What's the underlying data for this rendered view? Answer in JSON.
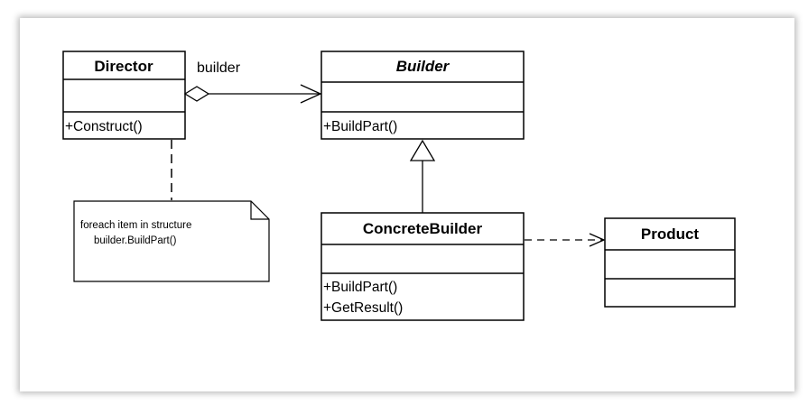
{
  "classes": {
    "director": {
      "name": "Director",
      "operations": [
        "+Construct()"
      ]
    },
    "builder": {
      "name": "Builder",
      "operations": [
        "+BuildPart()"
      ]
    },
    "concrete_builder": {
      "name": "ConcreteBuilder",
      "operations": [
        "+BuildPart()",
        "+GetResult()"
      ]
    },
    "product": {
      "name": "Product",
      "operations": []
    }
  },
  "association": {
    "label": "builder"
  },
  "note": {
    "lines": [
      "foreach item in structure",
      "builder.BuildPart()"
    ]
  }
}
